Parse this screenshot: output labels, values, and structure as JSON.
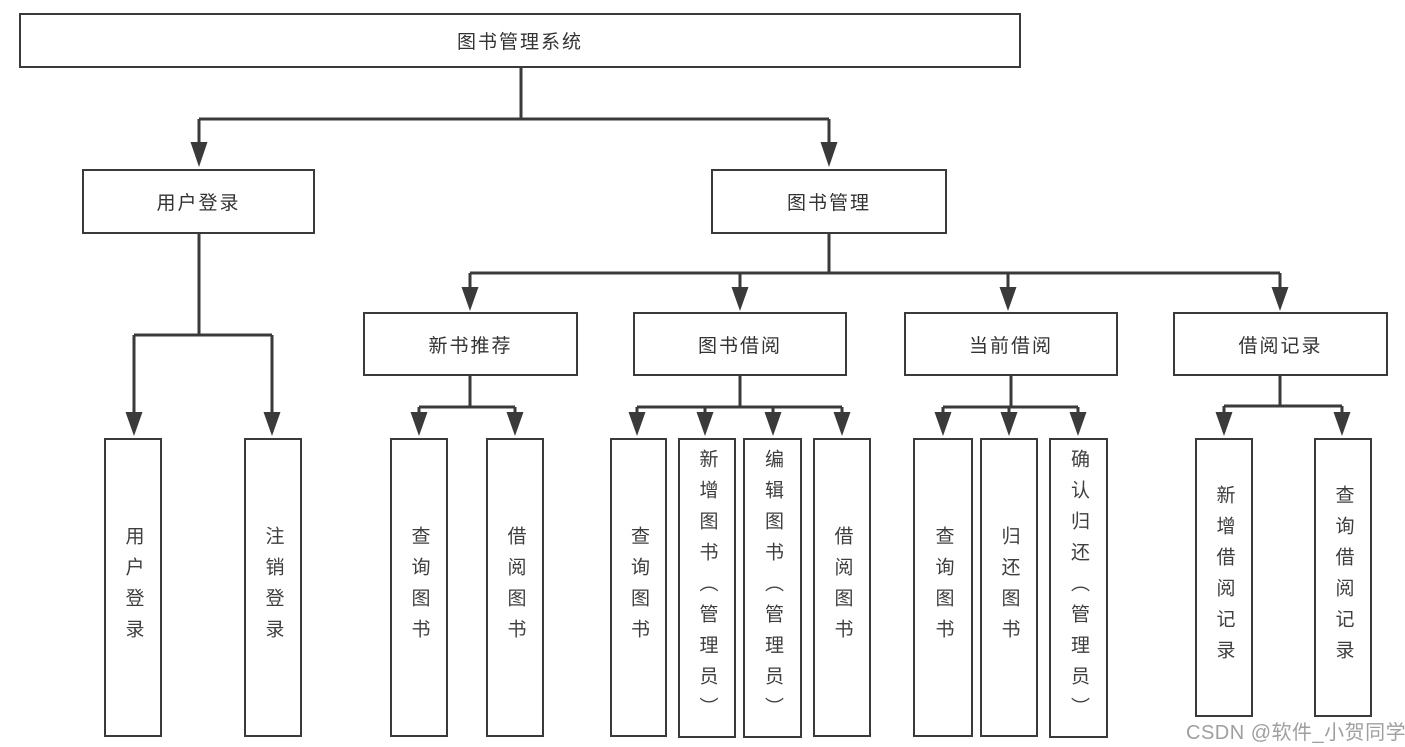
{
  "tree": {
    "root": {
      "label": "图书管理系统",
      "children": [
        {
          "label": "用户登录",
          "children": [
            {
              "label": "用户登录"
            },
            {
              "label": "注销登录"
            }
          ]
        },
        {
          "label": "图书管理",
          "children": [
            {
              "label": "新书推荐",
              "children": [
                {
                  "label": "查询图书"
                },
                {
                  "label": "借阅图书"
                }
              ]
            },
            {
              "label": "图书借阅",
              "children": [
                {
                  "label": "查询图书"
                },
                {
                  "label": "新增图书（管理员）"
                },
                {
                  "label": "编辑图书（管理员）"
                },
                {
                  "label": "借阅图书"
                }
              ]
            },
            {
              "label": "当前借阅",
              "children": [
                {
                  "label": "查询图书"
                },
                {
                  "label": "归还图书"
                },
                {
                  "label": "确认归还（管理员）"
                }
              ]
            },
            {
              "label": "借阅记录",
              "children": [
                {
                  "label": "新增借阅记录"
                },
                {
                  "label": "查询借阅记录"
                }
              ]
            }
          ]
        }
      ]
    }
  },
  "watermark": {
    "text": "CSDN @软件_小贺同学"
  },
  "colors": {
    "line": "#3a3a3a",
    "box_border": "#3a3a3a",
    "text": "#333333",
    "watermark": "#9a9a9e",
    "background": "#ffffff"
  }
}
